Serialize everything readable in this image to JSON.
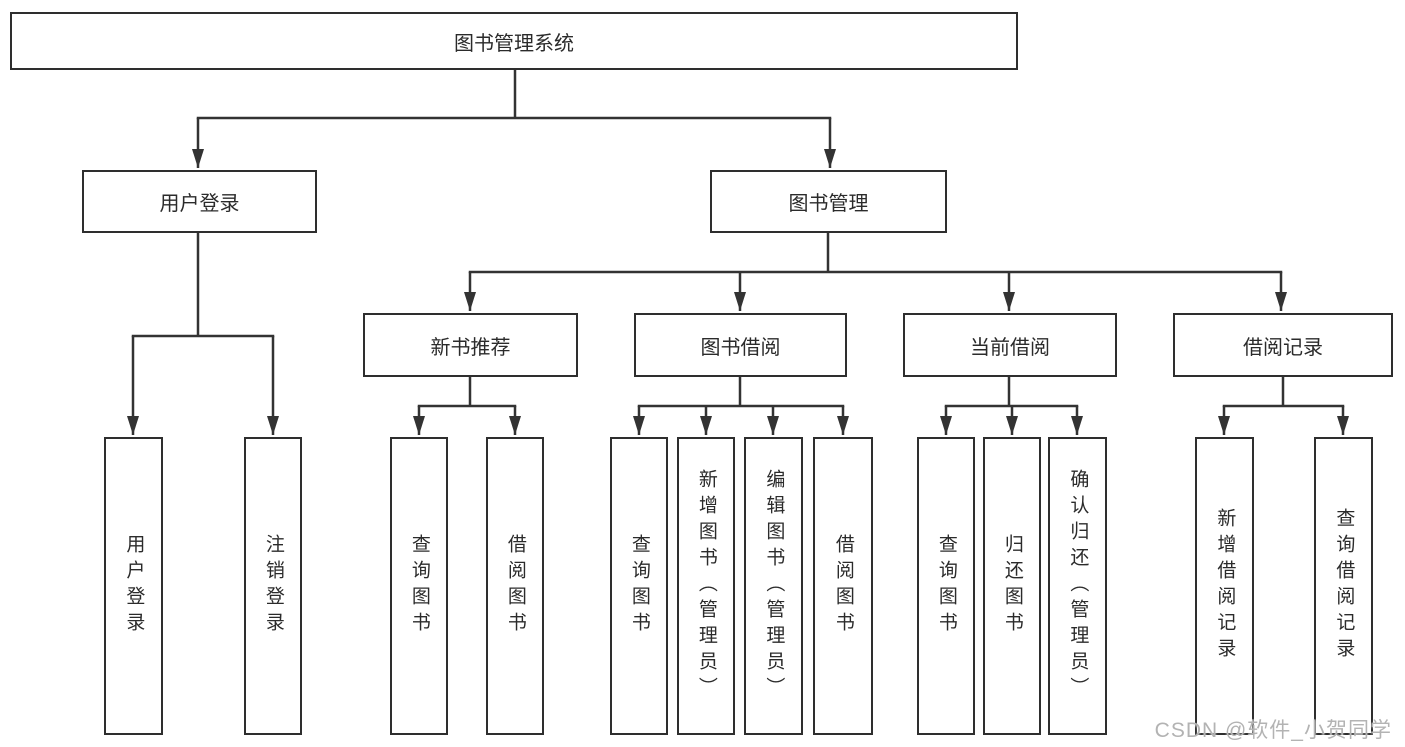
{
  "tree": {
    "root": "图书管理系统",
    "branches": [
      {
        "label": "用户登录",
        "leaves": [
          "用户登录",
          "注销登录"
        ]
      },
      {
        "label": "图书管理",
        "children": [
          {
            "label": "新书推荐",
            "leaves": [
              "查询图书",
              "借阅图书"
            ]
          },
          {
            "label": "图书借阅",
            "leaves": [
              "查询图书",
              "新增图书（管理员）",
              "编辑图书（管理员）",
              "借阅图书"
            ]
          },
          {
            "label": "当前借阅",
            "leaves": [
              "查询图书",
              "归还图书",
              "确认归还（管理员）"
            ]
          },
          {
            "label": "借阅记录",
            "leaves": [
              "新增借阅记录",
              "查询借阅记录"
            ]
          }
        ]
      }
    ]
  },
  "watermark": "CSDN @软件_小贺同学",
  "colors": {
    "line": "#333333",
    "box_border": "#2e2e2e",
    "text": "#2b2b2b",
    "background": "#ffffff",
    "watermark": "#b3b3b3"
  }
}
